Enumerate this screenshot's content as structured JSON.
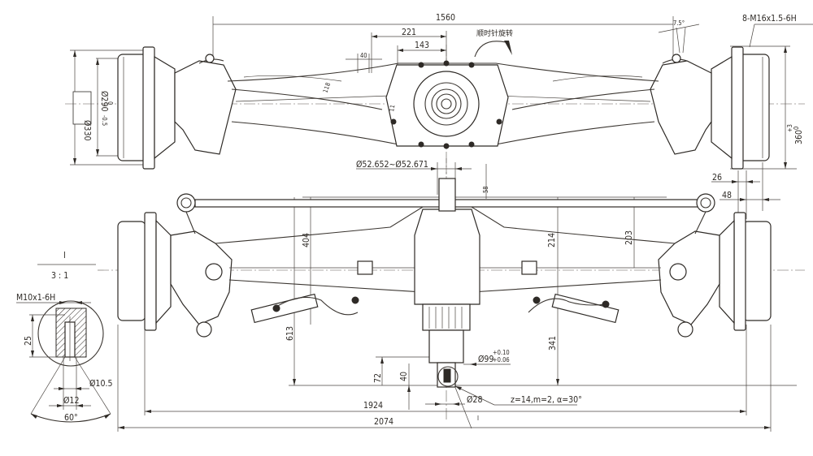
{
  "drawing": {
    "title": "Drive axle assembly — engineering drawing",
    "top_view": {
      "overall_width": "1560",
      "dim_221": "221",
      "dim_143": "143",
      "dim_40": "40",
      "rotation_note": "顺时针旋转",
      "angle": "7.5°",
      "thread_callout": "8-M16x1.5-6H",
      "hub_dia_outer": "Ø330",
      "hub_dia_inner": "Ø290",
      "hub_dia_inner_tol_upper": "0",
      "hub_dia_inner_tol_lower": "-0.5",
      "flange_height": "360",
      "flange_height_tol_upper": "+3",
      "flange_height_tol_lower": "0",
      "inner_label_a": "118",
      "inner_label_b": "11"
    },
    "front_view": {
      "shaft_dia": "Ø52.652~Ø52.671",
      "dim_58": "58",
      "dim_26": "26",
      "dim_48": "48",
      "dim_404": "404",
      "dim_214": "214",
      "dim_203": "203",
      "dim_613": "613",
      "dim_341": "341",
      "dim_72": "72",
      "dim_40": "40",
      "pinion_dia": "Ø99",
      "pinion_dia_tol_upper": "+0.10",
      "pinion_dia_tol_lower": "+0.06",
      "spline_dia": "Ø28",
      "gear_spec": "z=14,m=2, α=30°",
      "section_mark": "I",
      "dim_1924": "1924",
      "dim_2074": "2074"
    },
    "detail_view": {
      "label": "I",
      "scale": "3 : 1",
      "thread": "M10x1-6H",
      "depth": "25",
      "dia_105": "Ø10.5",
      "dia_12": "Ø12",
      "angle": "60°"
    }
  }
}
